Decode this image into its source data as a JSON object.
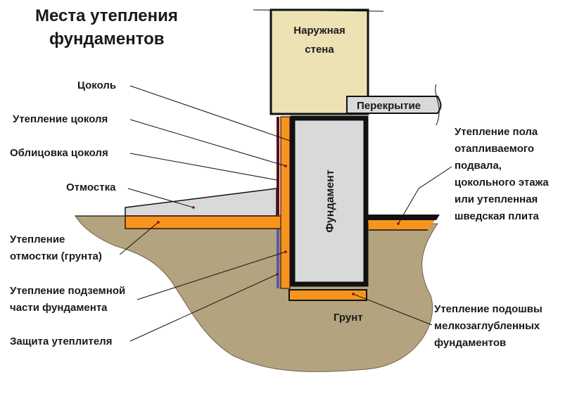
{
  "title": {
    "line1": "Места утепления",
    "line2": "фундаментов"
  },
  "parts": {
    "wall": {
      "line1": "Наружная",
      "line2": "стена"
    },
    "slab": "Перекрытие",
    "foundation": "Фундамент",
    "soil": "Грунт"
  },
  "labels_left": {
    "plinth": "Цоколь",
    "plinth_insulation": "Утепление цоколя",
    "plinth_cladding": "Облицовка цоколя",
    "blind_area": "Отмостка",
    "blind_area_insulation_l1": "Утепление",
    "blind_area_insulation_l2": "отмостки (грунта)",
    "underground_insulation_l1": "Утепление подземной",
    "underground_insulation_l2": "части фундамента",
    "insulation_protection": "Защита утеплителя"
  },
  "labels_right": {
    "floor_insulation": [
      "Утепление пола",
      "отапливаемого",
      "подвала,",
      "цокольного этажа",
      "или утепленная",
      "шведская плита"
    ],
    "sole_insulation": [
      "Утепление подошвы",
      "мелкозаглубленных",
      "фундаментов"
    ]
  },
  "colors": {
    "wall": "#ede2b4",
    "slab": "#d9d9d9",
    "foundation": "#d9d9d9",
    "insulation": "#f7941d",
    "soil": "#b3a37e",
    "cladding": "#5c0f16",
    "protection": "#5a5aa0",
    "blind_area": "#d9d9d9"
  }
}
